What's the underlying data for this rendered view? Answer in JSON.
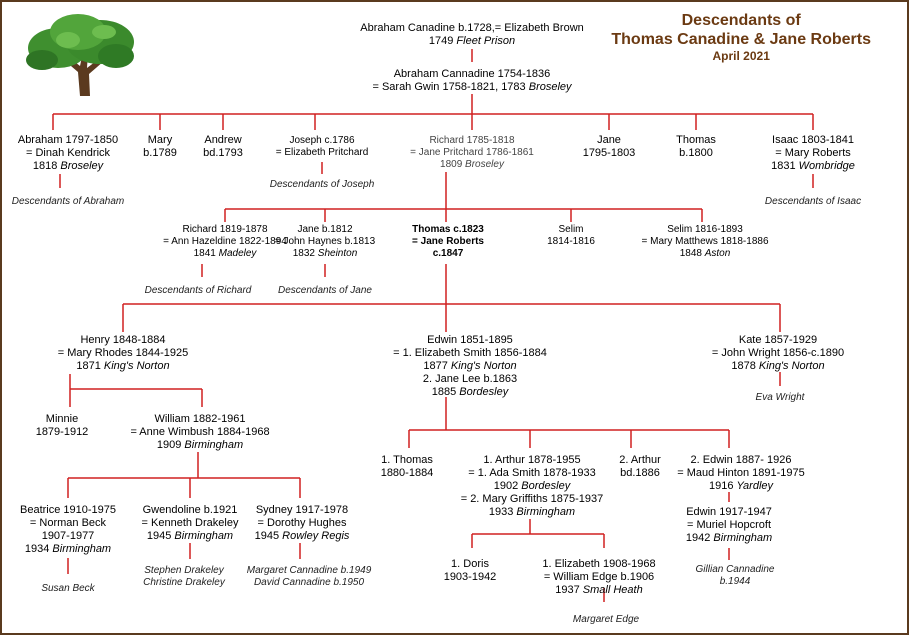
{
  "title": {
    "line1": "Descendants of",
    "line2": "Thomas Canadine & Jane Roberts",
    "date": "April 2021"
  },
  "colors": {
    "title": "#6b3a12",
    "lines": "#d02020",
    "border": "#5a3a1e"
  },
  "icons": {
    "tree": "tree-icon"
  },
  "gen1": {
    "l1": "Abraham Canadine b.1728,= Elizabeth Brown",
    "l2a": "1749 ",
    "l2b": "Fleet Prison"
  },
  "gen2": {
    "l1": "Abraham Cannadine 1754-1836",
    "l2a": "= Sarah Gwin 1758-1821, 1783 ",
    "l2b": "Broseley"
  },
  "gen3": {
    "abraham": {
      "l1": "Abraham 1797-1850",
      "l2": "= Dinah Kendrick",
      "l3a": "1818 ",
      "l3b": "Broseley",
      "desc": "Descendants of Abraham"
    },
    "mary": {
      "l1": "Mary",
      "l2": "b.1789"
    },
    "andrew": {
      "l1": "Andrew",
      "l2": "bd.1793"
    },
    "joseph": {
      "l1": "Joseph c.1786",
      "l2": "= Elizabeth Pritchard",
      "desc": "Descendants of Joseph"
    },
    "richard": {
      "l1": "Richard 1785-1818",
      "l2": "= Jane Pritchard 1786-1861",
      "l3a": "1809 ",
      "l3b": "Broseley"
    },
    "jane": {
      "l1": "Jane",
      "l2": "1795-1803"
    },
    "thomas": {
      "l1": "Thomas",
      "l2": "b.1800"
    },
    "isaac": {
      "l1": "Isaac 1803-1841",
      "l2": "= Mary Roberts",
      "l3a": "1831 ",
      "l3b": "Wombridge",
      "desc": "Descendants of Isaac"
    }
  },
  "gen4": {
    "richard": {
      "l1": "Richard 1819-1878",
      "l2": "= Ann Hazeldine 1822-1894",
      "l3a": "1841 ",
      "l3b": "Madeley",
      "desc": "Descendants of Richard"
    },
    "jane": {
      "l1": "Jane b.1812",
      "l2": "= John Haynes b.1813",
      "l3a": "1832 ",
      "l3b": "Sheinton",
      "desc": "Descendants of Jane"
    },
    "thomas": {
      "l1": "Thomas c.1823",
      "l2": "= Jane Roberts",
      "l3": "c.1847"
    },
    "selim1": {
      "l1": "Selim",
      "l2": "1814-1816"
    },
    "selim2": {
      "l1": "Selim 1816-1893",
      "l2": "= Mary Matthews 1818-1886",
      "l3a": "1848 ",
      "l3b": "Aston"
    }
  },
  "gen5": {
    "henry": {
      "l1": "Henry 1848-1884",
      "l2": "= Mary Rhodes 1844-1925",
      "l3a": "1871 ",
      "l3b": "King's Norton"
    },
    "edwin": {
      "l1": "Edwin 1851-1895",
      "l2": "= 1. Elizabeth Smith 1856-1884",
      "l3a": "1877 ",
      "l3b": "King's Norton",
      "l4": "2. Jane Lee b.1863",
      "l5a": "1885 ",
      "l5b": "Bordesley"
    },
    "kate": {
      "l1": "Kate 1857-1929",
      "l2": "= John Wright 1856-c.1890",
      "l3a": "1878 ",
      "l3b": "King's Norton",
      "child": "Eva Wright"
    }
  },
  "gen6": {
    "minnie": {
      "l1": "Minnie",
      "l2": "1879-1912"
    },
    "william": {
      "l1": "William 1882-1961",
      "l2": "= Anne Wimbush 1884-1968",
      "l3a": "1909 ",
      "l3b": "Birmingham"
    },
    "thomas": {
      "l1": "1. Thomas",
      "l2": "1880-1884"
    },
    "arthur1": {
      "l1": "1. Arthur 1878-1955",
      "l2": "= 1. Ada Smith 1878-1933",
      "l3a": "1902 ",
      "l3b": "Bordesley",
      "l4": "= 2. Mary Griffiths 1875-1937",
      "l5a": "1933 ",
      "l5b": "Birmingham"
    },
    "arthur2": {
      "l1": "2. Arthur",
      "l2": "bd.1886"
    },
    "edwin2": {
      "l1": "2. Edwin 1887- 1926",
      "l2": "= Maud Hinton 1891-1975",
      "l3a": "1916 ",
      "l3b": "Yardley"
    }
  },
  "gen7": {
    "beatrice": {
      "l1": "Beatrice 1910-1975",
      "l2": "= Norman Beck",
      "l3": "1907-1977",
      "l4a": "1934 ",
      "l4b": "Birmingham",
      "child": "Susan Beck"
    },
    "gwendoline": {
      "l1": "Gwendoline b.1921",
      "l2": "= Kenneth Drakeley",
      "l3a": "1945 ",
      "l3b": "Birmingham",
      "child1": "Stephen Drakeley",
      "child2": "Christine Drakeley"
    },
    "sydney": {
      "l1": "Sydney 1917-1978",
      "l2": "= Dorothy Hughes",
      "l3a": "1945 ",
      "l3b": "Rowley Regis",
      "child1": "Margaret Cannadine b.1949",
      "child2": "David Cannadine b.1950"
    },
    "doris": {
      "l1": "1. Doris",
      "l2": "1903-1942"
    },
    "elizabeth": {
      "l1": "1. Elizabeth 1908-1968",
      "l2": "= William Edge b.1906",
      "l3a": "1937 ",
      "l3b": "Small Heath",
      "child": "Margaret Edge"
    },
    "edwin3": {
      "l1": "Edwin 1917-1947",
      "l2": "= Muriel Hopcroft",
      "l3a": "1942 ",
      "l3b": "Birmingham",
      "child1": "Gillian Cannadine",
      "child2": "b.1944"
    }
  }
}
